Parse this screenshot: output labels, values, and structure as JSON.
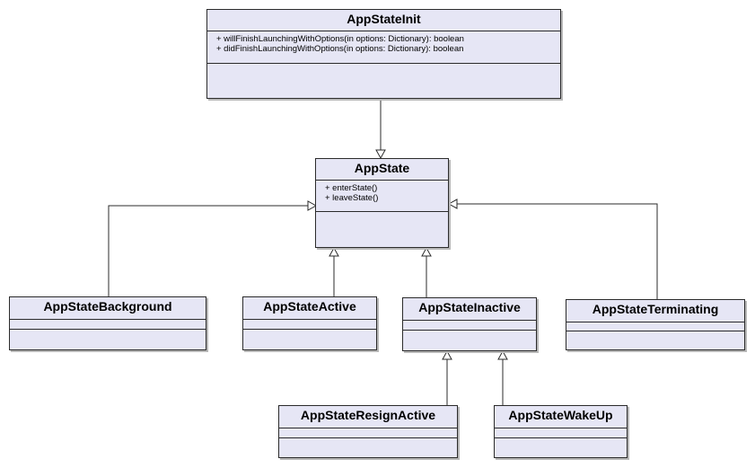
{
  "colors": {
    "class_fill": "#e6e6f5",
    "line": "#2b2b2b"
  },
  "classes": {
    "init": {
      "name": "AppStateInit",
      "operations": [
        "+ willFinishLaunchingWithOptions(in options: Dictionary): boolean",
        "+ didFinishLaunchingWithOptions(in options: Dictionary): boolean"
      ]
    },
    "state": {
      "name": "AppState",
      "operations": [
        "+ enterState()",
        "+ leaveState()"
      ]
    },
    "background": {
      "name": "AppStateBackground"
    },
    "active": {
      "name": "AppStateActive"
    },
    "inactive": {
      "name": "AppStateInactive"
    },
    "terminating": {
      "name": "AppStateTerminating"
    },
    "resign_active": {
      "name": "AppStateResignActive"
    },
    "wake_up": {
      "name": "AppStateWakeUp"
    }
  },
  "relations": [
    {
      "type": "generalization",
      "from": "init",
      "to": "state"
    },
    {
      "type": "generalization",
      "from": "background",
      "to": "state"
    },
    {
      "type": "generalization",
      "from": "active",
      "to": "state"
    },
    {
      "type": "generalization",
      "from": "inactive",
      "to": "state"
    },
    {
      "type": "generalization",
      "from": "terminating",
      "to": "state"
    },
    {
      "type": "generalization",
      "from": "resign_active",
      "to": "inactive"
    },
    {
      "type": "generalization",
      "from": "wake_up",
      "to": "inactive"
    }
  ]
}
